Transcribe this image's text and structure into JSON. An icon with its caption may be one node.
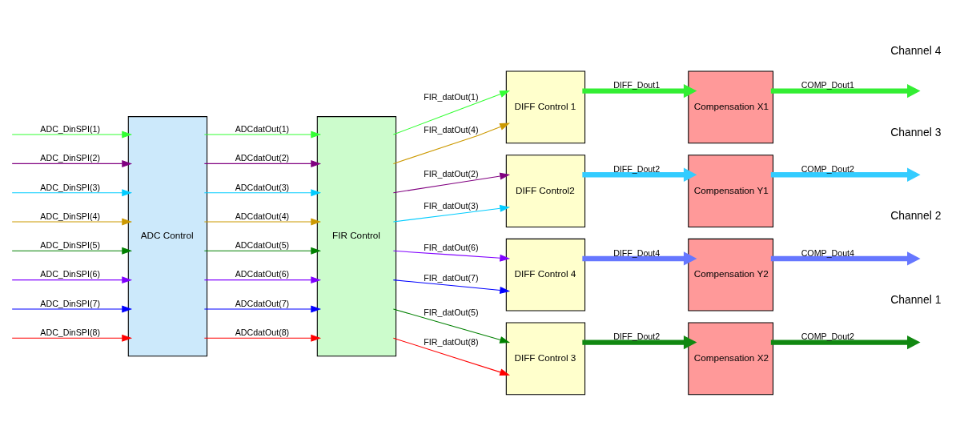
{
  "diagram": {
    "nodes": [
      {
        "text": [
          "ADC Control"
        ]
      },
      {
        "text": [
          "FIR Control"
        ]
      },
      {
        "text": [
          "DIFF Control 1"
        ]
      },
      {
        "text": [
          "Compensation X1"
        ]
      },
      {
        "text": [
          "DIFF Control2"
        ]
      },
      {
        "text": [
          "Compensation Y1"
        ]
      },
      {
        "text": [
          "DIFF Control 4"
        ]
      },
      {
        "text": [
          "Compensation Y2"
        ]
      },
      {
        "text": [
          "DIFF Control 3"
        ]
      },
      {
        "text": [
          "Compensation X2"
        ]
      }
    ],
    "edges": [
      {
        "from": null,
        "to": 0,
        "arrow": "to",
        "label": "ADC_DinSPI(1)",
        "color": "#33ff33"
      },
      {
        "from": null,
        "to": 0,
        "arrow": "to",
        "label": "ADC_DinSPI(2)",
        "color": "#800080"
      },
      {
        "from": null,
        "to": 0,
        "arrow": "to",
        "label": "ADC_DinSPI(3)",
        "color": "#00ccff"
      },
      {
        "from": null,
        "to": 0,
        "arrow": "to",
        "label": "ADC_DinSPI(4)",
        "color": "#cc9900"
      },
      {
        "from": null,
        "to": 0,
        "arrow": "to",
        "label": "ADC_DinSPI(5)",
        "color": "#008000"
      },
      {
        "from": null,
        "to": 0,
        "arrow": "to",
        "label": "ADC_DinSPI(6)",
        "color": "#8000ff"
      },
      {
        "from": null,
        "to": 0,
        "arrow": "to",
        "label": "ADC_DinSPI(7)",
        "color": "#0000ff"
      },
      {
        "from": null,
        "to": 0,
        "arrow": "to",
        "label": "ADC_DinSPI(8)",
        "color": "#ff0000"
      },
      {
        "from": 0,
        "to": 1,
        "arrow": "to",
        "label": "ADCdatOut(1)",
        "color": "#33ff33"
      },
      {
        "from": 0,
        "to": 1,
        "arrow": "to",
        "label": "ADCdatOut(2)",
        "color": "#800080"
      },
      {
        "from": 0,
        "to": 1,
        "arrow": "to",
        "label": "ADCdatOut(3)",
        "color": "#00ccff"
      },
      {
        "from": 0,
        "to": 1,
        "arrow": "to",
        "label": "ADCdatOut(4)",
        "color": "#cc9900"
      },
      {
        "from": 0,
        "to": 1,
        "arrow": "to",
        "label": "ADCdatOut(5)",
        "color": "#008000"
      },
      {
        "from": 0,
        "to": 1,
        "arrow": "to",
        "label": "ADCdatOut(6)",
        "color": "#8000ff"
      },
      {
        "from": 0,
        "to": 1,
        "arrow": "to",
        "label": "ADCdatOut(7)",
        "color": "#0000ff"
      },
      {
        "from": 0,
        "to": 1,
        "arrow": "to",
        "label": "ADCdatOut(8)",
        "color": "#ff0000"
      },
      {
        "from": 1,
        "to": 2,
        "arrow": "to",
        "label": "FIR_datOut(1)",
        "color": "#33ff33"
      },
      {
        "from": 1,
        "to": 2,
        "arrow": "to",
        "label": "FIR_datOut(4)",
        "color": "#cc9900"
      },
      {
        "from": 1,
        "to": 4,
        "arrow": "to",
        "label": "FIR_datOut(2)",
        "color": "#800080"
      },
      {
        "from": 1,
        "to": 4,
        "arrow": "to",
        "label": "FIR_datOut(3)",
        "color": "#00ccff"
      },
      {
        "from": 1,
        "to": 6,
        "arrow": "to",
        "label": "FIR_datOut(6)",
        "color": "#8000ff"
      },
      {
        "from": 1,
        "to": 6,
        "arrow": "to",
        "label": "FIR_datOut(7)",
        "color": "#0000ff"
      },
      {
        "from": 1,
        "to": 8,
        "arrow": "to",
        "label": "FIR_datOut(5)",
        "color": "#008000"
      },
      {
        "from": 1,
        "to": 8,
        "arrow": "to",
        "label": "FIR_datOut(8)",
        "color": "#ff0000"
      },
      {
        "from": 2,
        "to": 3,
        "arrow": "to",
        "label": "DIFF_Dout1",
        "style": "thick",
        "color": "#33ee33"
      },
      {
        "from": 3,
        "to": null,
        "arrow": "to",
        "label": "COMP_Dout1",
        "style": "thick",
        "color": "#33ee33"
      },
      {
        "from": 4,
        "to": 5,
        "arrow": "to",
        "label": "DIFF_Dout2",
        "style": "thick",
        "color": "#33ccff"
      },
      {
        "from": 5,
        "to": null,
        "arrow": "to",
        "label": "COMP_Dout2",
        "style": "thick",
        "color": "#33ccff"
      },
      {
        "from": 6,
        "to": 7,
        "arrow": "to",
        "label": "DIFF_Dout4",
        "style": "thick",
        "color": "#6677ff"
      },
      {
        "from": 7,
        "to": null,
        "arrow": "to",
        "label": "COMP_Dout4",
        "style": "thick",
        "color": "#6677ff"
      },
      {
        "from": 8,
        "to": 9,
        "arrow": "to",
        "label": "DIFF_Dout2",
        "style": "thick",
        "color": "#118811"
      },
      {
        "from": 9,
        "to": null,
        "arrow": "to",
        "label": "COMP_Dout2",
        "style": "thick",
        "color": "#118811"
      }
    ],
    "labels": [
      "Channel 4",
      "Channel 3",
      "Channel 2",
      "Channel 1"
    ]
  }
}
